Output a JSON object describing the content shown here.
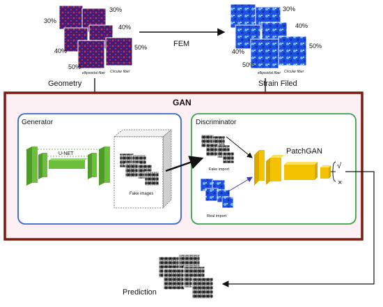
{
  "top": {
    "geometry_label": "Geometry",
    "strain_label": "Strain Filed",
    "fem_label": "FEM",
    "percent_labels": [
      "30%",
      "30%",
      "40%",
      "40%",
      "50%",
      "50%"
    ],
    "fiber_labels": [
      "ellipsoidal fiber",
      "Circular fiber"
    ]
  },
  "gan": {
    "title": "GAN",
    "generator": {
      "title": "Generator",
      "unet_label": "U-NET",
      "fake_images_label": "Fake images"
    },
    "discriminator": {
      "title": "Discriminator",
      "patchgan_label": "PatchGAN",
      "fake_import_label": "Fake import",
      "real_import_label": "Real import",
      "output_true": "√",
      "output_false": "×"
    }
  },
  "prediction": {
    "label": "Prediction"
  },
  "colors": {
    "gan_border": "#7b1a12",
    "gan_fill": "#fdf0f5",
    "generator_border": "#3a64c8",
    "discriminator_border": "#3aa14a",
    "unet_green": "#6cbf3c",
    "patchgan_yellow": "#f2c200",
    "geometry_base": "#3a1a7a",
    "strain_base": "#1f4fe0"
  }
}
